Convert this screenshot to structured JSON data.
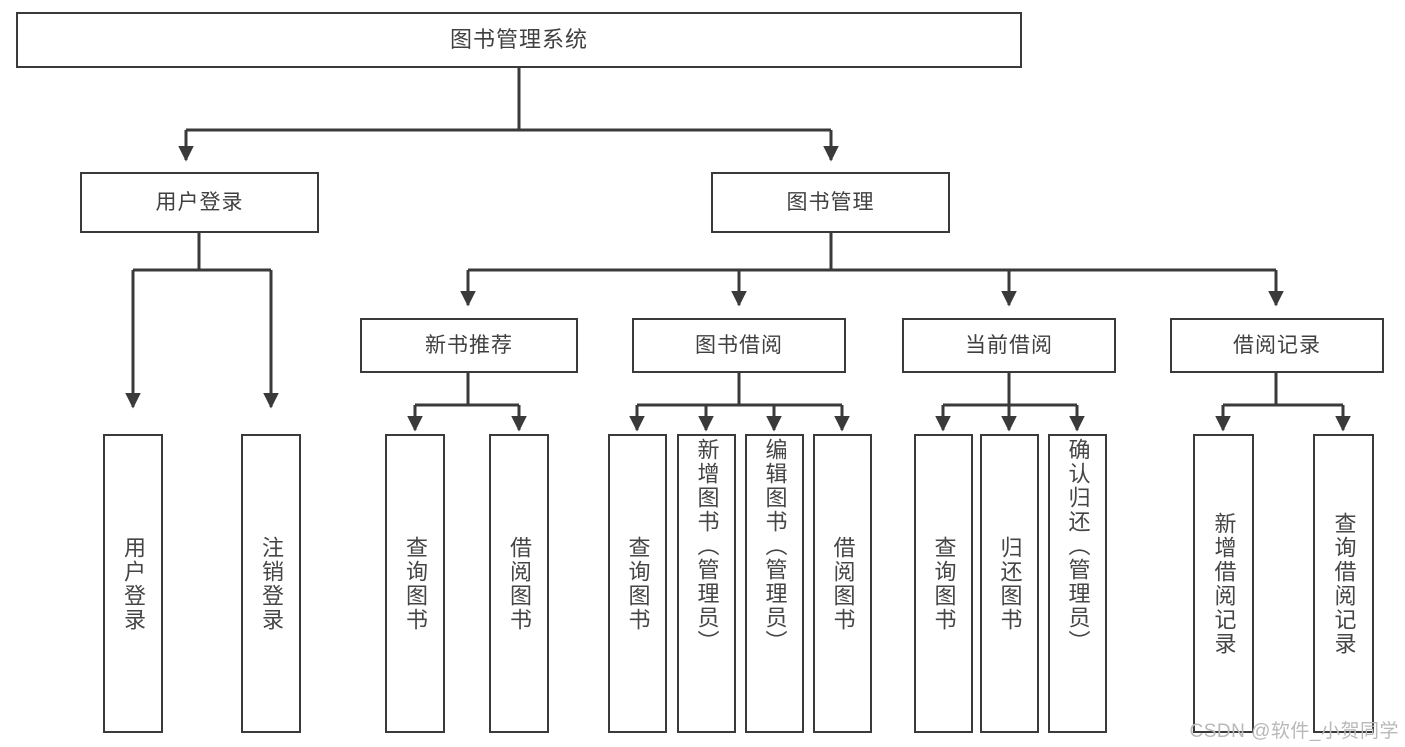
{
  "diagram": {
    "title": "图书管理系统",
    "type": "tree-hierarchy-chart",
    "line_color": "#3a3a3a",
    "box_fill": "#ffffff",
    "text_color": "#404040",
    "root": {
      "id": "root",
      "label": "图书管理系统"
    },
    "level2": [
      {
        "id": "user-login",
        "label": "用户登录"
      },
      {
        "id": "book-manage",
        "label": "图书管理"
      }
    ],
    "level3": [
      {
        "id": "new-book-recommend",
        "label": "新书推荐"
      },
      {
        "id": "book-borrow",
        "label": "图书借阅"
      },
      {
        "id": "current-borrow",
        "label": "当前借阅"
      },
      {
        "id": "borrow-record",
        "label": "借阅记录"
      }
    ],
    "leaves": {
      "user-login": [
        {
          "id": "leaf-user-login",
          "label": "用户登录"
        },
        {
          "id": "leaf-user-logout",
          "label": "注销登录"
        }
      ],
      "new-book-recommend": [
        {
          "id": "leaf-query-book-1",
          "label": "查询图书"
        },
        {
          "id": "leaf-borrow-book-1",
          "label": "借阅图书"
        }
      ],
      "book-borrow": [
        {
          "id": "leaf-query-book-2",
          "label": "查询图书"
        },
        {
          "id": "leaf-add-book",
          "label": "新增图书（管理员）"
        },
        {
          "id": "leaf-edit-book",
          "label": "编辑图书（管理员）"
        },
        {
          "id": "leaf-borrow-book-2",
          "label": "借阅图书"
        }
      ],
      "current-borrow": [
        {
          "id": "leaf-query-book-3",
          "label": "查询图书"
        },
        {
          "id": "leaf-return-book",
          "label": "归还图书"
        },
        {
          "id": "leaf-confirm-return",
          "label": "确认归还（管理员）"
        }
      ],
      "borrow-record": [
        {
          "id": "leaf-add-record",
          "label": "新增借阅记录"
        },
        {
          "id": "leaf-query-record",
          "label": "查询借阅记录"
        }
      ]
    }
  },
  "watermark": {
    "text": "CSDN @软件_小贺同学"
  }
}
